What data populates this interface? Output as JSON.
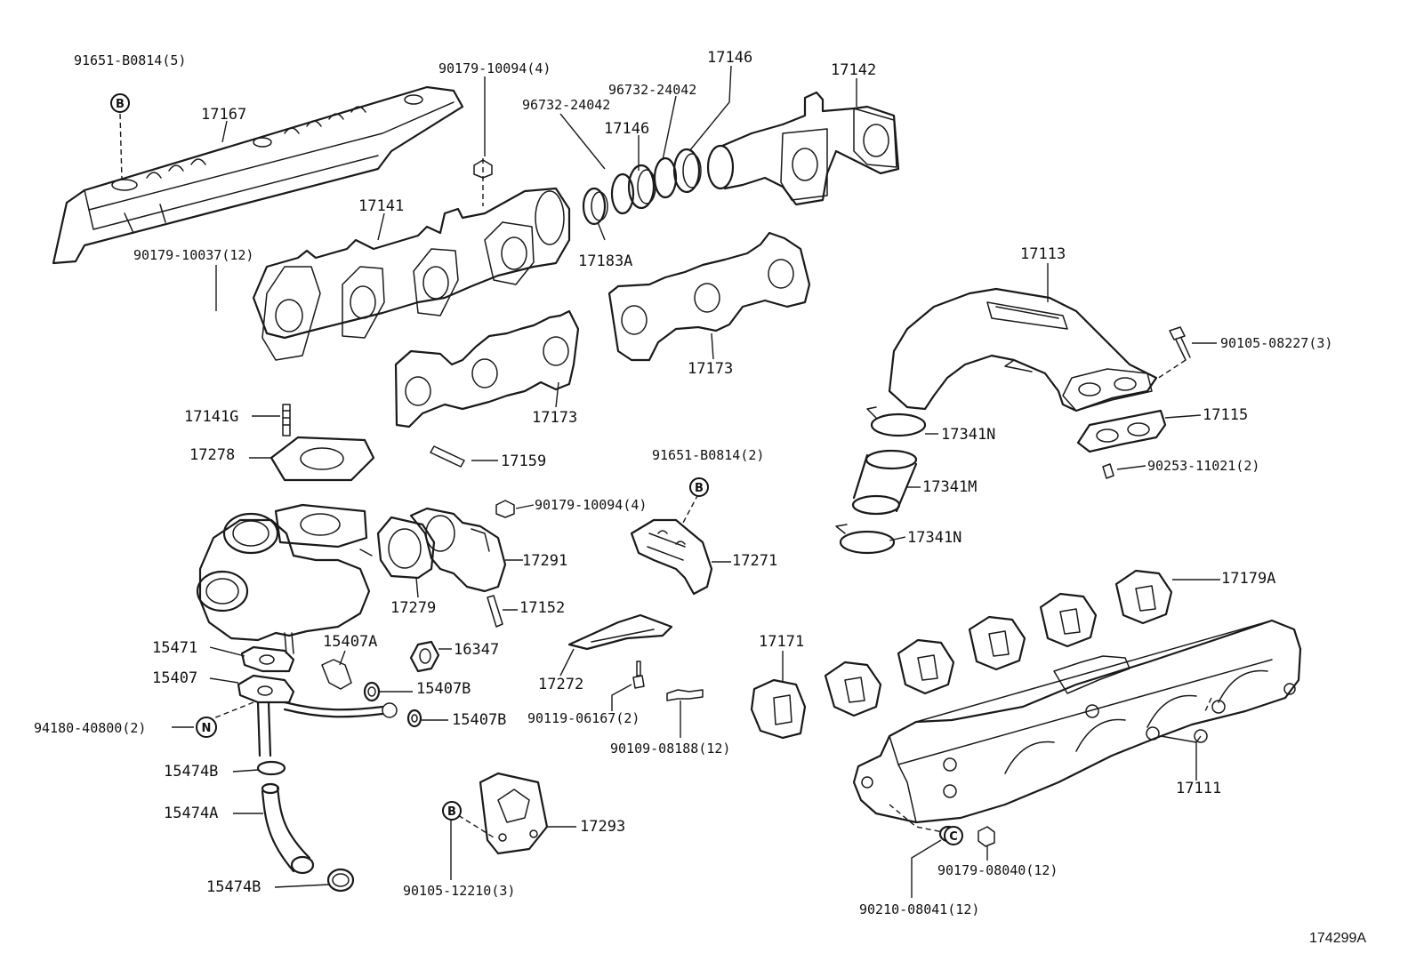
{
  "figure_id": "174299A",
  "markers": [
    "B",
    "B",
    "B",
    "N",
    "C"
  ],
  "labels": {
    "p91651_B0814_5": "91651-B0814(5)",
    "p17167": "17167",
    "p90179_10094_4a": "90179-10094(4)",
    "p96732_24042a": "96732-24042",
    "p96732_24042b": "96732-24042",
    "p17146a": "17146",
    "p17146b": "17146",
    "p17142": "17142",
    "p17141": "17141",
    "p90179_10037_12": "90179-10037(12)",
    "p17183A": "17183A",
    "p17113": "17113",
    "p90105_08227_3": "90105-08227(3)",
    "p17173a": "17173",
    "p17173b": "17173",
    "p17141G": "17141G",
    "p17278": "17278",
    "p17159": "17159",
    "p17115": "17115",
    "p17341Na": "17341N",
    "p90253_11021_2": "90253-11021(2)",
    "p91651_B0814_2": "91651-B0814(2)",
    "p17341M": "17341M",
    "p90179_10094_4b": "90179-10094(4)",
    "p17341Nb": "17341N",
    "p17291": "17291",
    "p17271": "17271",
    "p17179A": "17179A",
    "p17279": "17279",
    "p17152": "17152",
    "p17171": "17171",
    "p15471": "15471",
    "p15407A": "15407A",
    "p16347": "16347",
    "p15407": "15407",
    "p15407Ba": "15407B",
    "p17272": "17272",
    "p94180_40800_2": "94180-40800(2)",
    "p15407Bb": "15407B",
    "p90119_06167_2": "90119-06167(2)",
    "p90109_08188_12": "90109-08188(12)",
    "p15474B_a": "15474B",
    "p17111": "17111",
    "p15474A": "15474A",
    "p17293": "17293",
    "p15474B_b": "15474B",
    "p90105_12210_3": "90105-12210(3)",
    "p90179_08040_12": "90179-08040(12)",
    "p90210_08041_12": "90210-08041(12)"
  }
}
